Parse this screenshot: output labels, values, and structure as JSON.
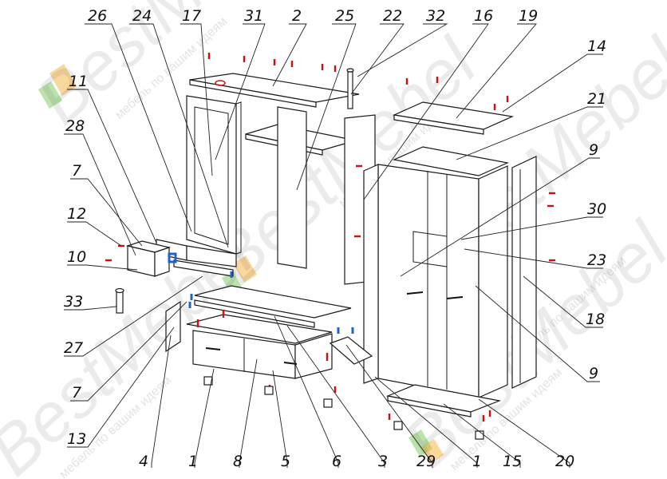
{
  "watermark": {
    "brand": "BestMebel",
    "slogan": "мебель по вашим идеям"
  },
  "callouts": {
    "top": [
      "26",
      "24",
      "17",
      "31",
      "2",
      "25",
      "22",
      "32",
      "16",
      "19"
    ],
    "right": [
      "14",
      "21",
      "9",
      "30",
      "23",
      "18",
      "9"
    ],
    "left": [
      "11",
      "28",
      "7",
      "12",
      "10",
      "33",
      "27",
      "7",
      "13"
    ],
    "bottom": [
      "4",
      "1",
      "8",
      "5",
      "6",
      "3",
      "29",
      "1",
      "15",
      "20"
    ]
  },
  "colors": {
    "line": "#1a1a1a",
    "pin_red": "#cc1111",
    "pin_blue": "#1e62d0",
    "watermark_orange": "#f5a623",
    "watermark_green": "#6cc24a"
  }
}
